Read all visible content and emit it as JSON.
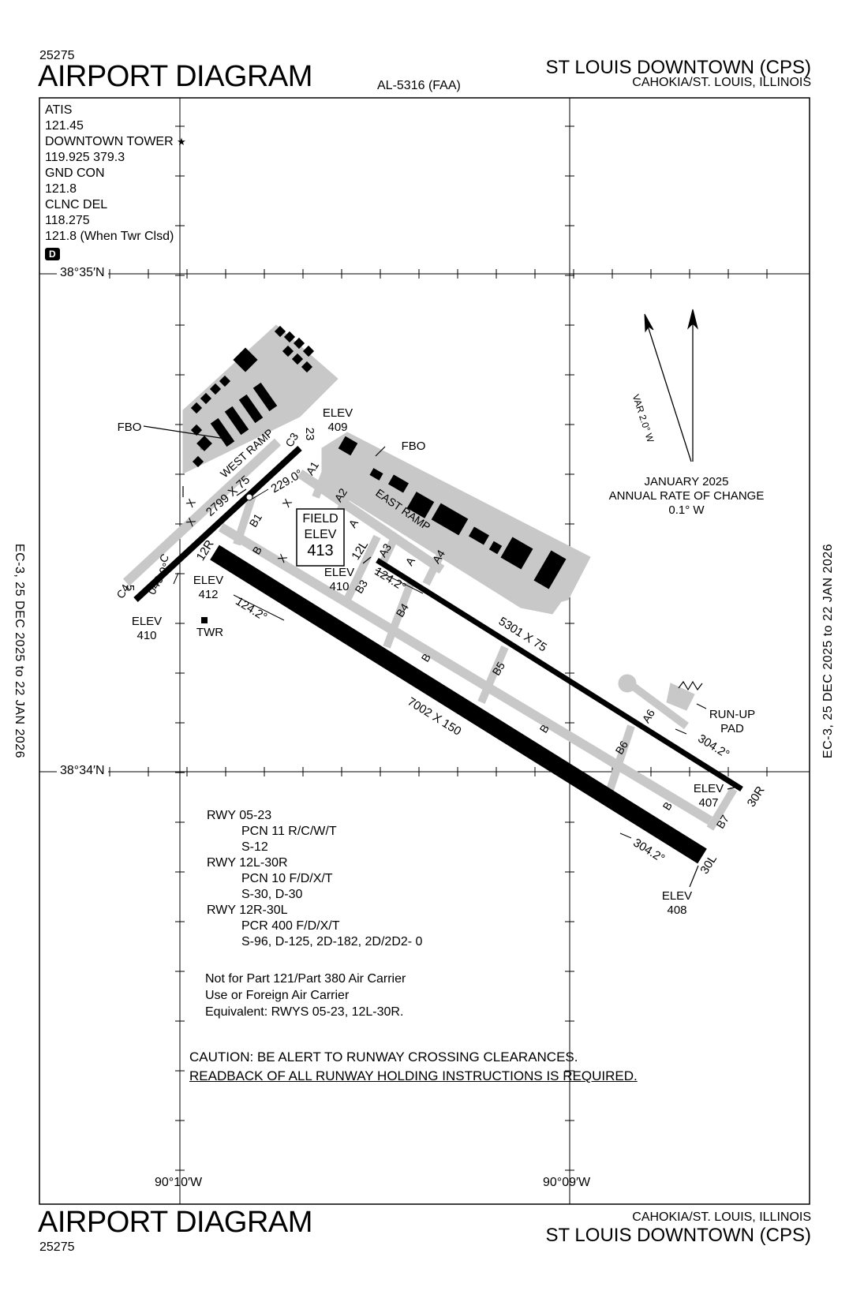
{
  "header": {
    "volume_code": "25275",
    "title": "AIRPORT DIAGRAM",
    "procedure_code": "AL-5316 (FAA)",
    "airport_name": "ST LOUIS DOWNTOWN (CPS)",
    "location": "CAHOKIA/ST. LOUIS, ILLINOIS"
  },
  "footer": {
    "title": "AIRPORT DIAGRAM",
    "volume_code": "25275",
    "location": "CAHOKIA/ST. LOUIS, ILLINOIS",
    "airport_name": "ST LOUIS DOWNTOWN (CPS)"
  },
  "side_labels": {
    "left": "EC-3,  25 DEC 2025  to  22 JAN 2026",
    "right": "EC-3,  25 DEC 2025  to  22 JAN 2026"
  },
  "frequencies": {
    "atis_label": "ATIS",
    "atis": "121.45",
    "tower_label": "DOWNTOWN TOWER",
    "tower_star": "★",
    "tower": "119.925  379.3",
    "gnd_label": "GND CON",
    "gnd": "121.8",
    "clnc_label": "CLNC DEL",
    "clnc": "118.275",
    "clnc_alt": "121.8 (When Twr Clsd)",
    "dme_badge": "D"
  },
  "coordinates": {
    "lat_top": "38°35′N",
    "lat_bottom": "38°34′N",
    "lon_left": "90°10′W",
    "lon_right": "90°09′W"
  },
  "magnetic": {
    "var_label": "VAR 2.0° W",
    "date": "JANUARY 2025",
    "annual": "ANNUAL RATE OF CHANGE",
    "rate": "0.1° W"
  },
  "field_elev": {
    "line1": "FIELD",
    "line2": "ELEV",
    "value": "413"
  },
  "labels": {
    "fbo": "FBO",
    "west_ramp": "WEST RAMP",
    "east_ramp": "EAST RAMP",
    "elev": "ELEV",
    "tower": "TWR",
    "runup1": "RUN-UP",
    "runup2": "PAD"
  },
  "runways": [
    {
      "id": "05-23",
      "dimensions": "2799 X 75",
      "end_a": "5",
      "end_b": "23",
      "hdg_a": "049.0°",
      "hdg_b": "229.0°",
      "elev_a": "410",
      "elev_b": "409"
    },
    {
      "id": "12L-30R",
      "dimensions": "5301 X 75",
      "end_a": "12L",
      "end_b": "30R",
      "hdg_a": "124.2°",
      "hdg_b": "304.2°",
      "elev_a": "410",
      "elev_b": "407"
    },
    {
      "id": "12R-30L",
      "dimensions": "7002 X 150",
      "end_a": "12R",
      "end_b": "30L",
      "hdg_a": "124.2°",
      "hdg_b": "304.2°",
      "elev_a": "412",
      "elev_b": "408"
    }
  ],
  "taxiways": [
    "A",
    "A1",
    "A2",
    "A3",
    "A4",
    "A6",
    "B",
    "B1",
    "B3",
    "B4",
    "B5",
    "B6",
    "B7",
    "C",
    "C3",
    "C4",
    "X"
  ],
  "pavement_notes": [
    "RWY 05-23",
    "PCN 11 R/C/W/T",
    "S-12",
    "RWY 12L-30R",
    "PCN 10 F/D/X/T",
    "S-30, D-30",
    "RWY 12R-30L",
    "PCR 400 F/D/X/T",
    "S-96, D-125, 2D-182, 2D/2D2- 0"
  ],
  "notes": [
    "Not for Part 121/Part 380 Air Carrier",
    "Use or Foreign Air Carrier",
    "Equivalent: RWYS 05-23, 12L-30R."
  ],
  "caution": [
    "CAUTION: BE ALERT TO RUNWAY CROSSING CLEARANCES.",
    "READBACK OF ALL RUNWAY HOLDING INSTRUCTIONS IS REQUIRED."
  ],
  "colors": {
    "ink": "#000000",
    "taxiway": "#c8c8c8",
    "paper": "#ffffff"
  }
}
